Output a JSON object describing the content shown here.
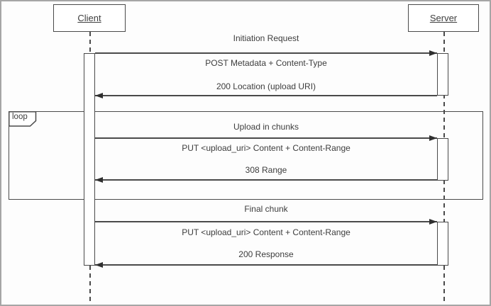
{
  "diagram": {
    "kind": "uml-sequence-diagram",
    "actors": [
      {
        "name": "Client"
      },
      {
        "name": "Server"
      }
    ],
    "fragment": {
      "operator": "loop"
    },
    "exchanges": [
      {
        "title": "Initiation Request",
        "request": "POST Metadata + Content-Type",
        "response": "200 Location (upload URI)"
      },
      {
        "title": "Upload in chunks",
        "request": "PUT <upload_uri> Content + Content-Range",
        "response": "308 Range"
      },
      {
        "title": "Final chunk",
        "request": "PUT <upload_uri> Content + Content-Range",
        "response": "200 Response"
      }
    ],
    "colors": {
      "line": "#4a4a4a",
      "text": "#3d3d3d",
      "outer_border": "#a6a6a6",
      "background": "#ffffff"
    }
  }
}
